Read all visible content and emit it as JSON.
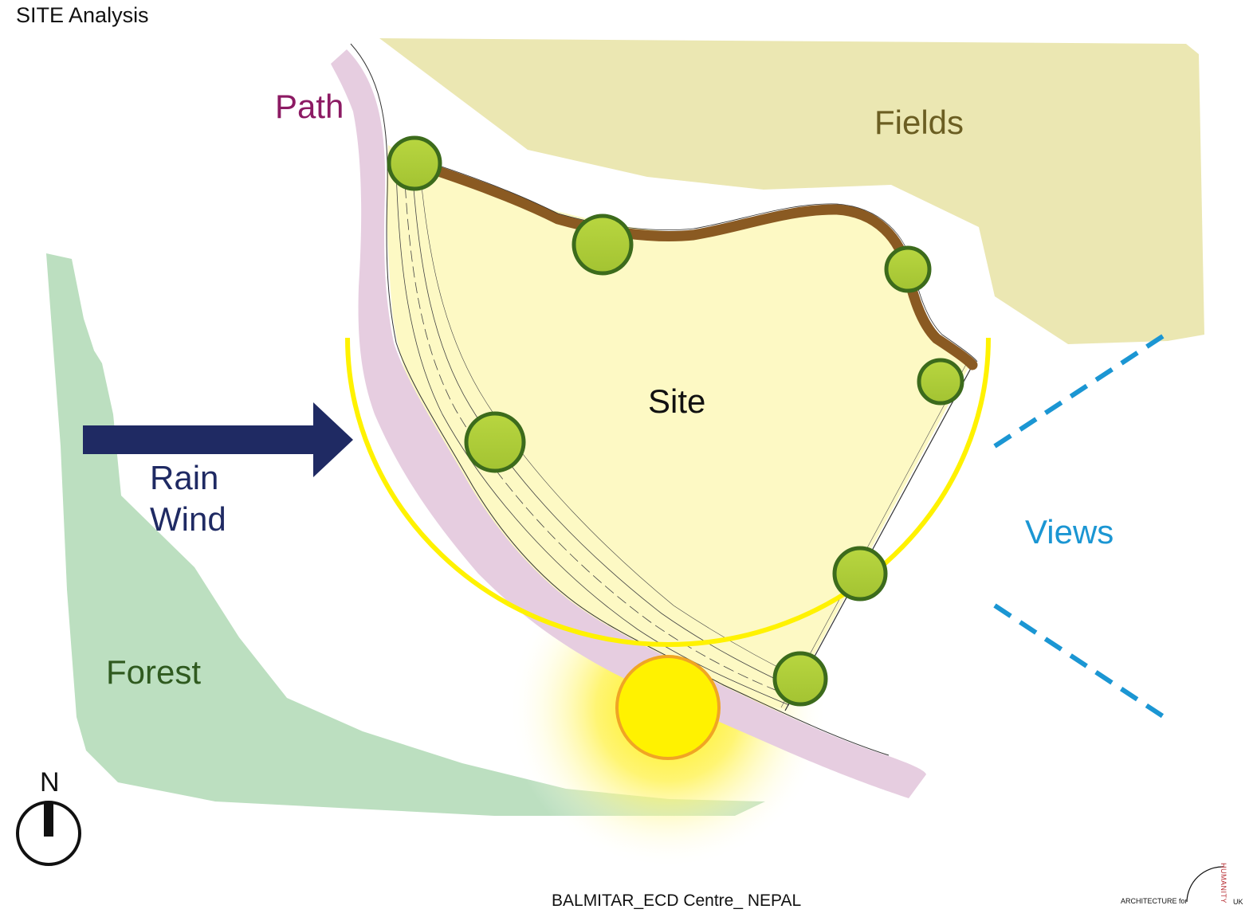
{
  "title": "SITE Analysis",
  "labels": {
    "path": "Path",
    "fields": "Fields",
    "site": "Site",
    "rain": "Rain",
    "wind": "Wind",
    "views": "Views",
    "forest": "Forest",
    "north": "N"
  },
  "footer": "BALMITAR_ECD Centre_ NEPAL",
  "logo": {
    "text": "ARCHITECTURE for",
    "humanity": "HUMANITY",
    "uk": "UK"
  },
  "colors": {
    "path": "#8c1a63",
    "fields": "#6b5e22",
    "rain_wind": "#1f2a63",
    "views": "#1b96d3",
    "forest": "#2f5a1f",
    "sun": "#fff200",
    "site_fill": "#fdf9c4",
    "tree": "#b0cf3a",
    "boundary": "#8a5a22"
  },
  "icons": [
    "north-compass-icon",
    "sun-icon",
    "tree-icon",
    "arrow-right-icon"
  ]
}
